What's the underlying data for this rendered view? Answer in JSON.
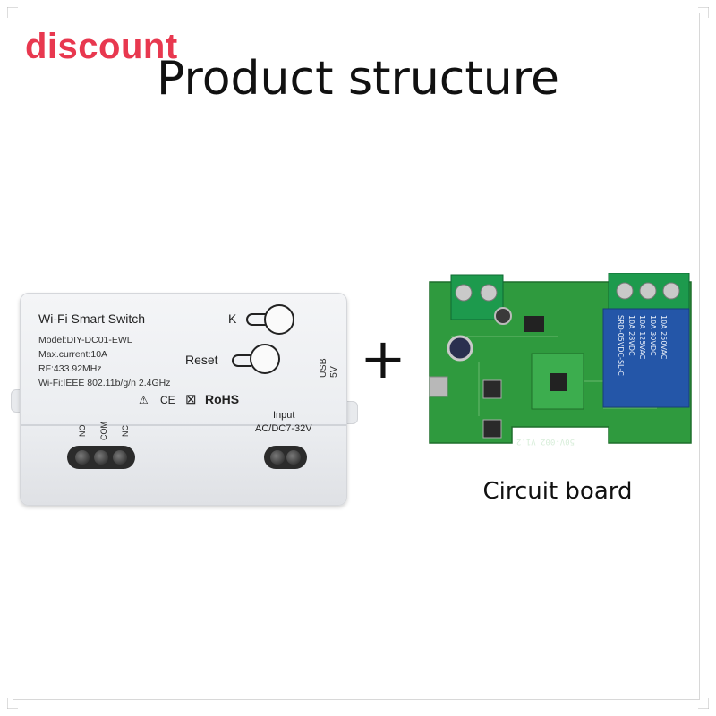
{
  "badge": {
    "text": "discount",
    "color": "#e8384f"
  },
  "title": "Product structure",
  "device": {
    "name": "Wi-Fi Smart Switch",
    "specs": [
      "Model:DIY-DC01-EWL",
      "Max.current:10A",
      "RF:433.92MHz",
      "Wi-Fi:IEEE 802.11b/g/n 2.4GHz"
    ],
    "buttons": {
      "k": "K",
      "reset": "Reset"
    },
    "usb": "USB 5V",
    "certs": {
      "warning": "⚠",
      "ce": "CE",
      "bin": "⊠",
      "rohs": "RoHS"
    },
    "terminals": {
      "no": "NO",
      "com": "COM",
      "nc": "NC"
    },
    "input": {
      "line1": "Input",
      "line2": "AC/DC7-32V"
    }
  },
  "plus": "+",
  "board": {
    "caption": "Circuit board",
    "color": "#2f9a3e",
    "relay_lines": [
      "10A 250VAC",
      "10A 30VDC",
      "10A 125VAC",
      "10A 28VDC",
      "SRD-05VDC-SL-C"
    ],
    "pcb_label": "50V-002 V1.2"
  }
}
